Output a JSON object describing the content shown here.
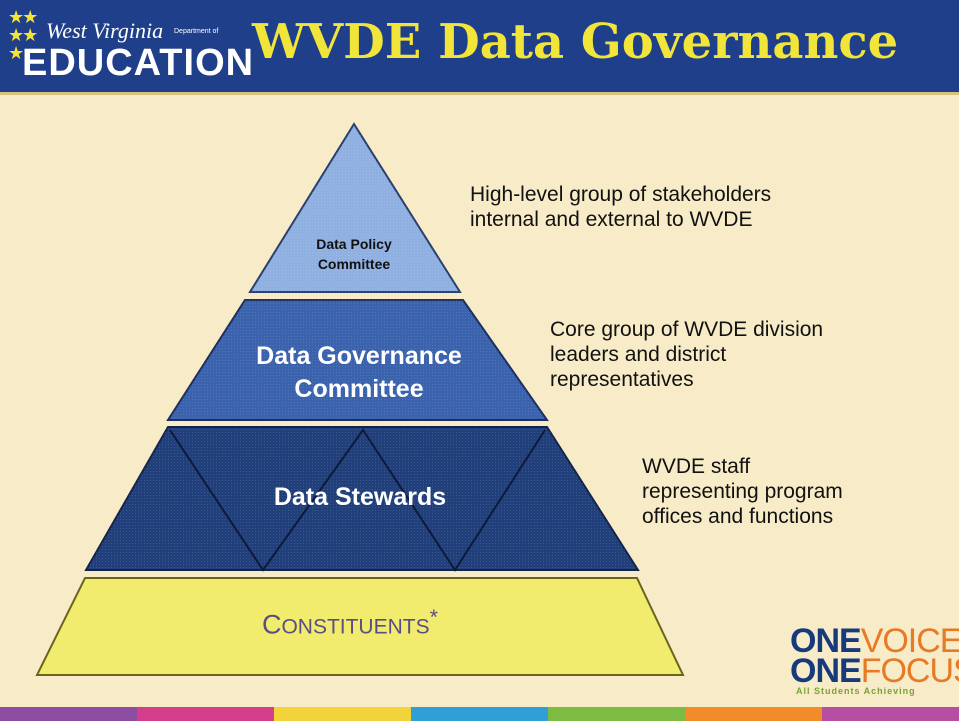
{
  "header": {
    "logo_top": "West Virginia",
    "logo_dept": "Department of",
    "logo_bottom": "EDUCATION",
    "title": "WVDE Data Governance"
  },
  "pyramid": {
    "levels": [
      {
        "label_line1": "Data Policy",
        "label_line2": "Committee",
        "desc": [
          "High-level group of stakeholders",
          "internal and external to WVDE"
        ]
      },
      {
        "label_line1": "Data Governance",
        "label_line2": "Committee",
        "desc": [
          "Core group of WVDE division",
          "leaders and district",
          "representatives"
        ]
      },
      {
        "label_line1": "Data Stewards",
        "desc": [
          "WVDE staff",
          "representing program",
          "offices and functions"
        ]
      }
    ],
    "base": {
      "cap": "C",
      "rest": "ONSTITUENTS",
      "mark": "*"
    }
  },
  "footer_logo": {
    "one1": "ONE",
    "word1": "VOICE",
    "one2": "ONE",
    "word2": "FOCUS",
    "tagline": "All Students Achieving"
  },
  "colors": {
    "header_bg": "#1f3f8a",
    "title": "#f2e53a",
    "background": "#f7ecc7",
    "tier_top": "#8fb0e0",
    "tier_mid": "#3a62ad",
    "tier_low": "#213f7a",
    "base": "#f1ec6e",
    "bottom_bar": [
      "#8c4ca1",
      "#d43f8d",
      "#f2d43a",
      "#2f9fd6",
      "#7dbb42",
      "#f28c28",
      "#b64ea4"
    ]
  }
}
